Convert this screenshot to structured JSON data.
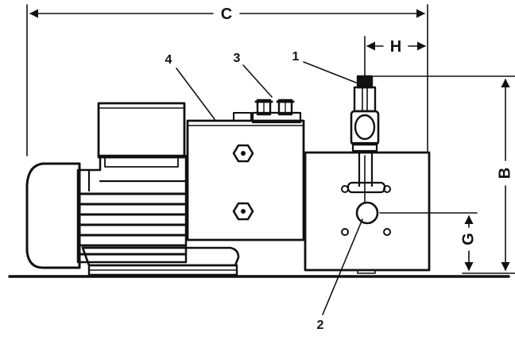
{
  "diagram": {
    "colors": {
      "ink": "#111111",
      "paper": "#ffffff"
    },
    "callouts": {
      "c1": "1",
      "c2": "2",
      "c3": "3",
      "c4": "4"
    },
    "dimensions": {
      "C": "C",
      "H": "H",
      "B": "B",
      "G": "G"
    }
  }
}
